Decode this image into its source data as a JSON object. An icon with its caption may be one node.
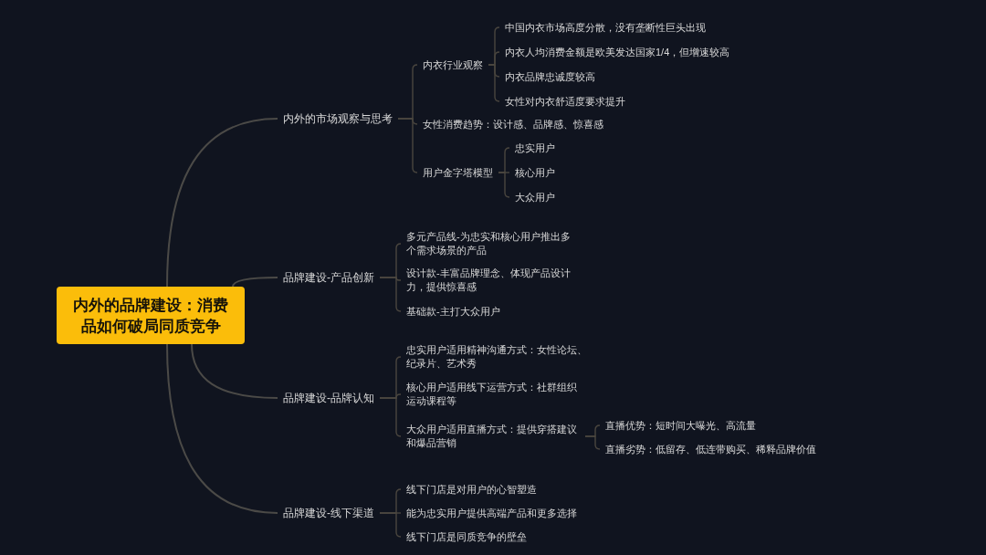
{
  "diagram": {
    "nodes": [
      {
        "text": [
          "内外的品牌建设：消费品如何破局同质竞争"
        ]
      },
      {
        "text": [
          "内外的市场观察与思考"
        ]
      },
      {
        "text": [
          "内衣行业观察"
        ]
      },
      {
        "text": [
          "中国内衣市场高度分散，没有垄断性巨头出现"
        ]
      },
      {
        "text": [
          "内衣人均消费金额是欧美发达国家1/4，但增速较高"
        ]
      },
      {
        "text": [
          "内衣品牌忠诚度较高"
        ]
      },
      {
        "text": [
          "女性对内衣舒适度要求提升"
        ]
      },
      {
        "text": [
          "女性消费趋势：设计感、品牌感、惊喜感"
        ]
      },
      {
        "text": [
          "用户金字塔模型"
        ]
      },
      {
        "text": [
          "忠实用户"
        ]
      },
      {
        "text": [
          "核心用户"
        ]
      },
      {
        "text": [
          "大众用户"
        ]
      },
      {
        "text": [
          "品牌建设-产品创新"
        ]
      },
      {
        "text": [
          "多元产品线-为忠实和核心用户推出多个需求场景的产品"
        ]
      },
      {
        "text": [
          "设计款-丰富品牌理念、体现产品设计力，提供惊喜感"
        ]
      },
      {
        "text": [
          "基础款-主打大众用户"
        ]
      },
      {
        "text": [
          "品牌建设-品牌认知"
        ]
      },
      {
        "text": [
          "忠实用户适用精神沟通方式：女性论坛、纪录片、艺术秀"
        ]
      },
      {
        "text": [
          "核心用户适用线下运营方式：社群组织运动课程等"
        ]
      },
      {
        "text": [
          "大众用户适用直播方式：提供穿搭建议和爆品营销"
        ]
      },
      {
        "text": [
          "直播优势：短时间大曝光、高流量"
        ]
      },
      {
        "text": [
          "直播劣势：低留存、低连带购买、稀释品牌价值"
        ]
      },
      {
        "text": [
          "品牌建设-线下渠道"
        ]
      },
      {
        "text": [
          "线下门店是对用户的心智塑造"
        ]
      },
      {
        "text": [
          "能为忠实用户提供高端产品和更多选择"
        ]
      },
      {
        "text": [
          "线下门店是同质竞争的壁垒"
        ]
      }
    ],
    "edges": [
      {
        "from": 0,
        "to": 1,
        "arrow": "none"
      },
      {
        "from": 1,
        "to": 2,
        "arrow": "none"
      },
      {
        "from": 2,
        "to": 3,
        "arrow": "none"
      },
      {
        "from": 2,
        "to": 4,
        "arrow": "none"
      },
      {
        "from": 2,
        "to": 5,
        "arrow": "none"
      },
      {
        "from": 2,
        "to": 6,
        "arrow": "none"
      },
      {
        "from": 1,
        "to": 7,
        "arrow": "none"
      },
      {
        "from": 1,
        "to": 8,
        "arrow": "none"
      },
      {
        "from": 8,
        "to": 9,
        "arrow": "none"
      },
      {
        "from": 8,
        "to": 10,
        "arrow": "none"
      },
      {
        "from": 8,
        "to": 11,
        "arrow": "none"
      },
      {
        "from": 0,
        "to": 12,
        "arrow": "none"
      },
      {
        "from": 12,
        "to": 13,
        "arrow": "none"
      },
      {
        "from": 12,
        "to": 14,
        "arrow": "none"
      },
      {
        "from": 12,
        "to": 15,
        "arrow": "none"
      },
      {
        "from": 0,
        "to": 16,
        "arrow": "none"
      },
      {
        "from": 16,
        "to": 17,
        "arrow": "none"
      },
      {
        "from": 16,
        "to": 18,
        "arrow": "none"
      },
      {
        "from": 16,
        "to": 19,
        "arrow": "none"
      },
      {
        "from": 19,
        "to": 20,
        "arrow": "none"
      },
      {
        "from": 19,
        "to": 21,
        "arrow": "none"
      },
      {
        "from": 0,
        "to": 22,
        "arrow": "none"
      },
      {
        "from": 22,
        "to": 23,
        "arrow": "none"
      },
      {
        "from": 22,
        "to": 24,
        "arrow": "none"
      },
      {
        "from": 22,
        "to": 25,
        "arrow": "none"
      }
    ]
  }
}
